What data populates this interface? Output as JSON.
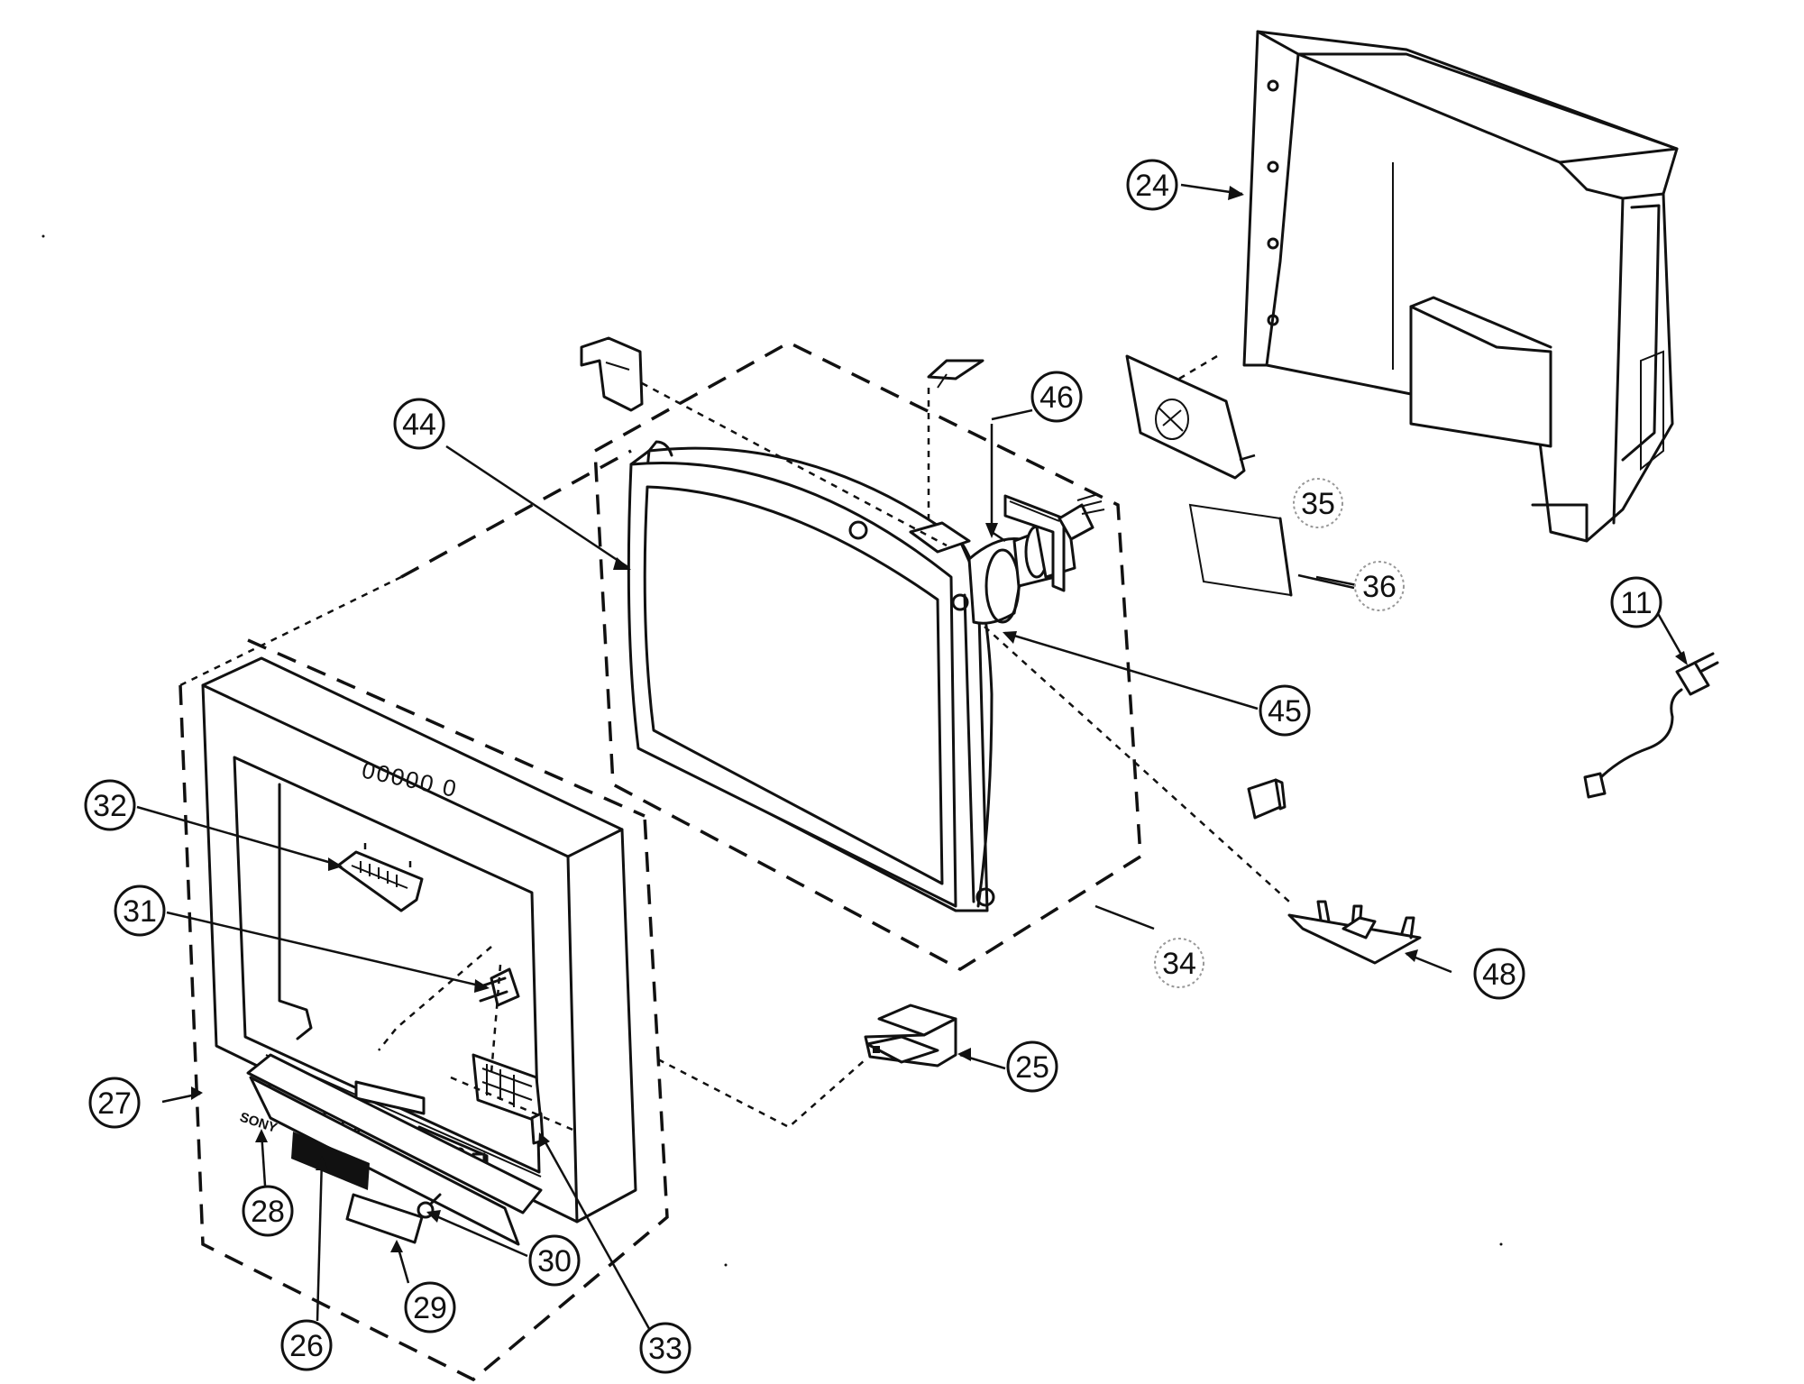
{
  "diagram": {
    "callouts": [
      "24",
      "44",
      "46",
      "35",
      "36",
      "11",
      "45",
      "32",
      "31",
      "34",
      "48",
      "25",
      "27",
      "28",
      "26",
      "29",
      "30",
      "33"
    ],
    "front_controls_text": "00000 0",
    "brand_text": "SONY"
  }
}
